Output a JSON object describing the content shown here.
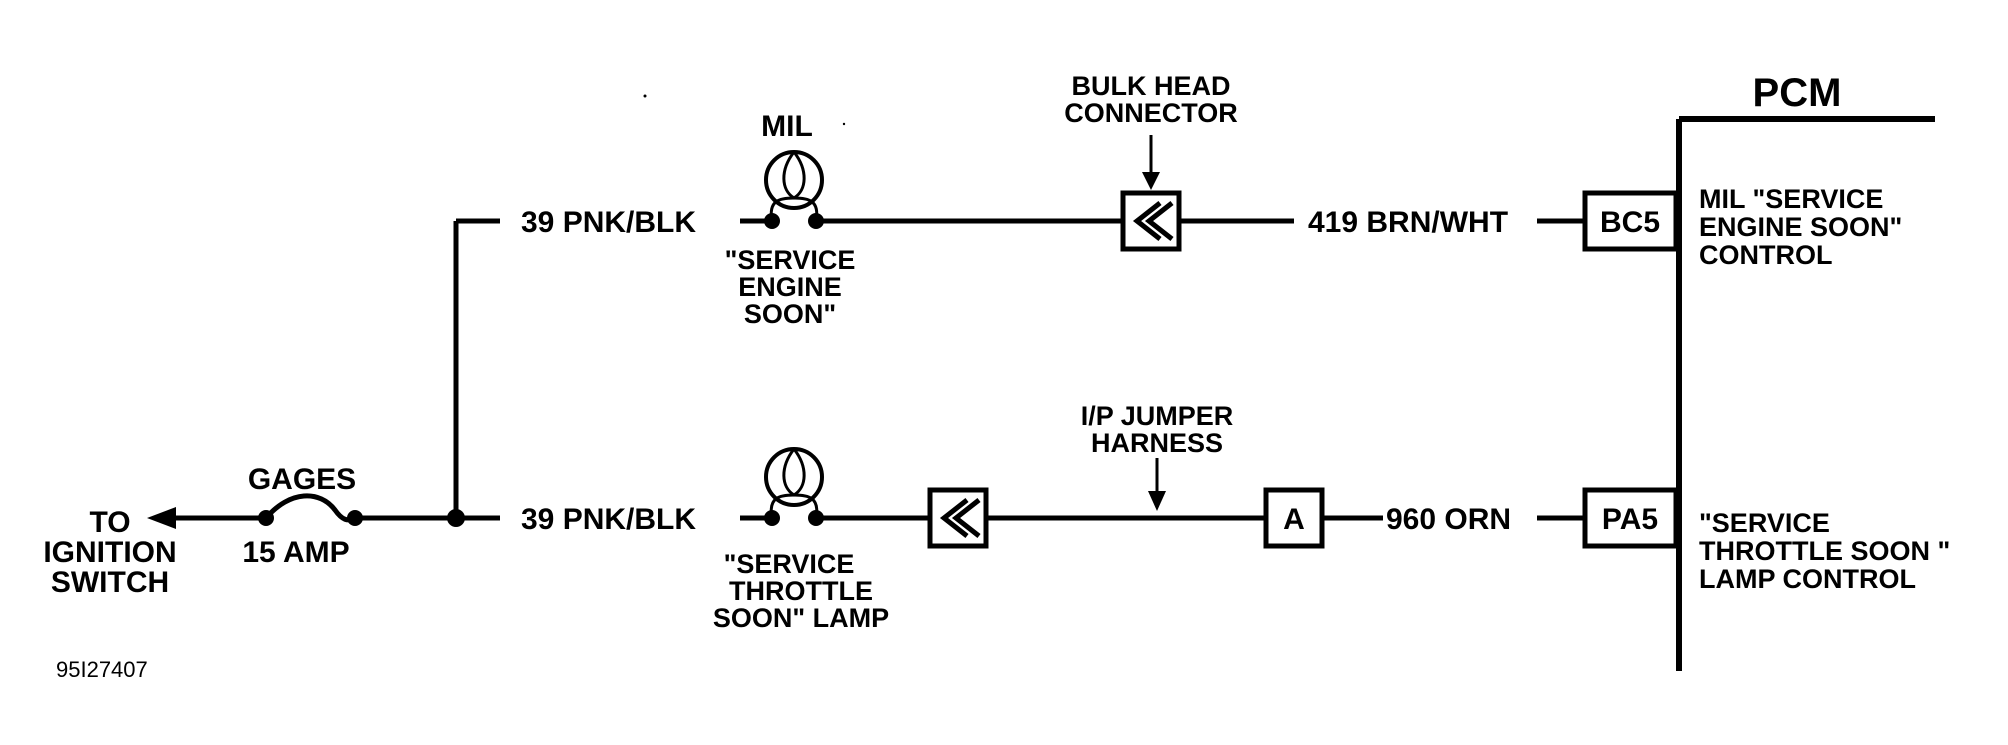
{
  "ignition": {
    "line1": "TO",
    "line2": "IGNITION",
    "line3": "SWITCH"
  },
  "fuse": {
    "name": "GAGES",
    "rating": "15 AMP"
  },
  "wires": {
    "top_feed": "39 PNK/BLK",
    "bottom_feed": "39 PNK/BLK",
    "top_pcm": "419 BRN/WHT",
    "bottom_pcm": "960 ORN"
  },
  "lamps": {
    "mil_label": "MIL",
    "mil_line1": "\"SERVICE",
    "mil_line2": "ENGINE",
    "mil_line3": "SOON\"",
    "sts_line1": "\"SERVICE",
    "sts_line2": "THROTTLE",
    "sts_line3": "SOON\" LAMP"
  },
  "connectors": {
    "bulkhead_line1": "BULK HEAD",
    "bulkhead_line2": "CONNECTOR",
    "jumper_line1": "I/P JUMPER",
    "jumper_line2": "HARNESS",
    "a_pin": "A"
  },
  "pcm": {
    "title": "PCM",
    "pin_top": "BC5",
    "pin_bottom": "PA5",
    "top_desc_line1": "MIL \"SERVICE",
    "top_desc_line2": "ENGINE SOON\"",
    "top_desc_line3": "CONTROL",
    "bottom_desc_line1": "\"SERVICE",
    "bottom_desc_line2": "THROTTLE SOON \"",
    "bottom_desc_line3": "LAMP CONTROL"
  },
  "figure_id": "95I27407"
}
